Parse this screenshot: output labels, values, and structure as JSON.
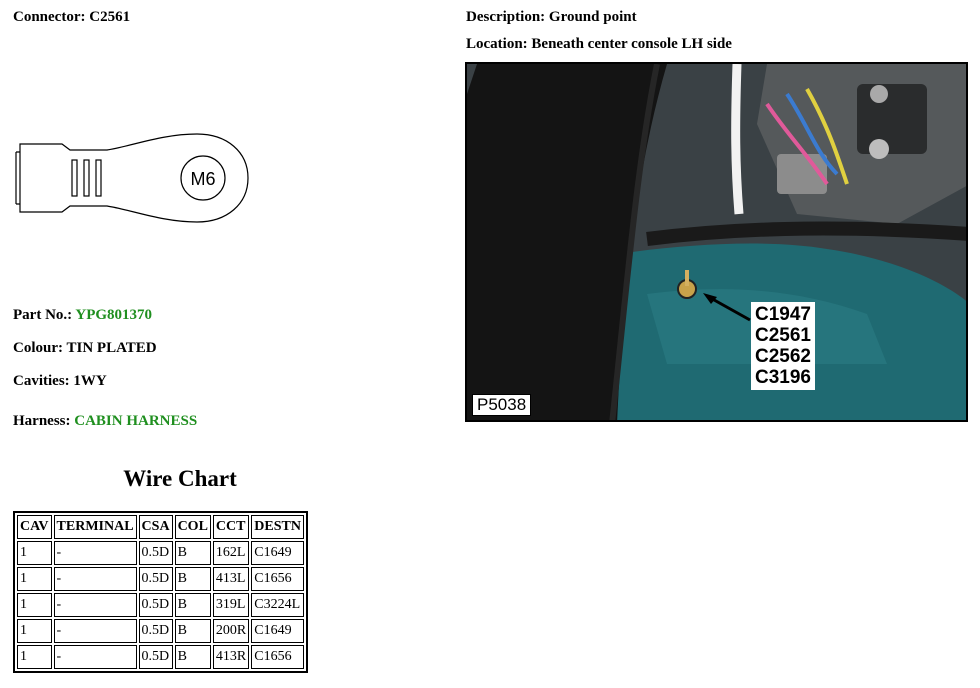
{
  "connector": {
    "label": "Connector:",
    "value": "C2561"
  },
  "description": {
    "label": "Description:",
    "value": "Ground point"
  },
  "location": {
    "label": "Location:",
    "value": "Beneath center console LH side"
  },
  "terminal_label": "M6",
  "part_no": {
    "label": "Part No.:",
    "value": "YPG801370"
  },
  "colour": {
    "label": "Colour:",
    "value": "TIN PLATED"
  },
  "cavities": {
    "label": "Cavities:",
    "value": "1WY"
  },
  "harness": {
    "label": "Harness:",
    "value": "CABIN HARNESS"
  },
  "link_color": "#1f8f1f",
  "photo": {
    "code": "P5038",
    "callouts": [
      "C1947",
      "C2561",
      "C2562",
      "C3196"
    ]
  },
  "wire_chart": {
    "title": "Wire Chart",
    "headers": [
      "CAV",
      "TERMINAL",
      "CSA",
      "COL",
      "CCT",
      "DESTN"
    ],
    "rows": [
      [
        "1",
        "-",
        "0.5D",
        "B",
        "162L",
        "C1649"
      ],
      [
        "1",
        "-",
        "0.5D",
        "B",
        "413L",
        "C1656"
      ],
      [
        "1",
        "-",
        "0.5D",
        "B",
        "319L",
        "C3224L"
      ],
      [
        "1",
        "-",
        "0.5D",
        "B",
        "200R",
        "C1649"
      ],
      [
        "1",
        "-",
        "0.5D",
        "B",
        "413R",
        "C1656"
      ]
    ]
  }
}
